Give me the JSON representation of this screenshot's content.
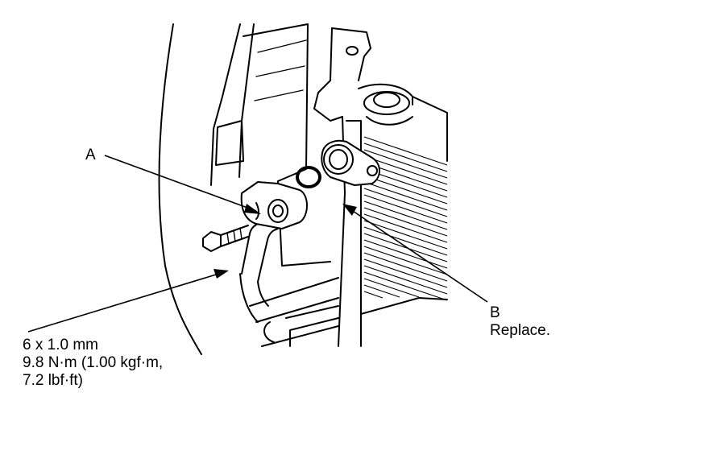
{
  "labels": {
    "a": "A",
    "b": "B",
    "b_note": "Replace.",
    "spec_line1": "6 x 1.0 mm",
    "spec_line2": "9.8 N·m (1.00 kgf·m,",
    "spec_line3": "7.2 lbf·ft)"
  }
}
